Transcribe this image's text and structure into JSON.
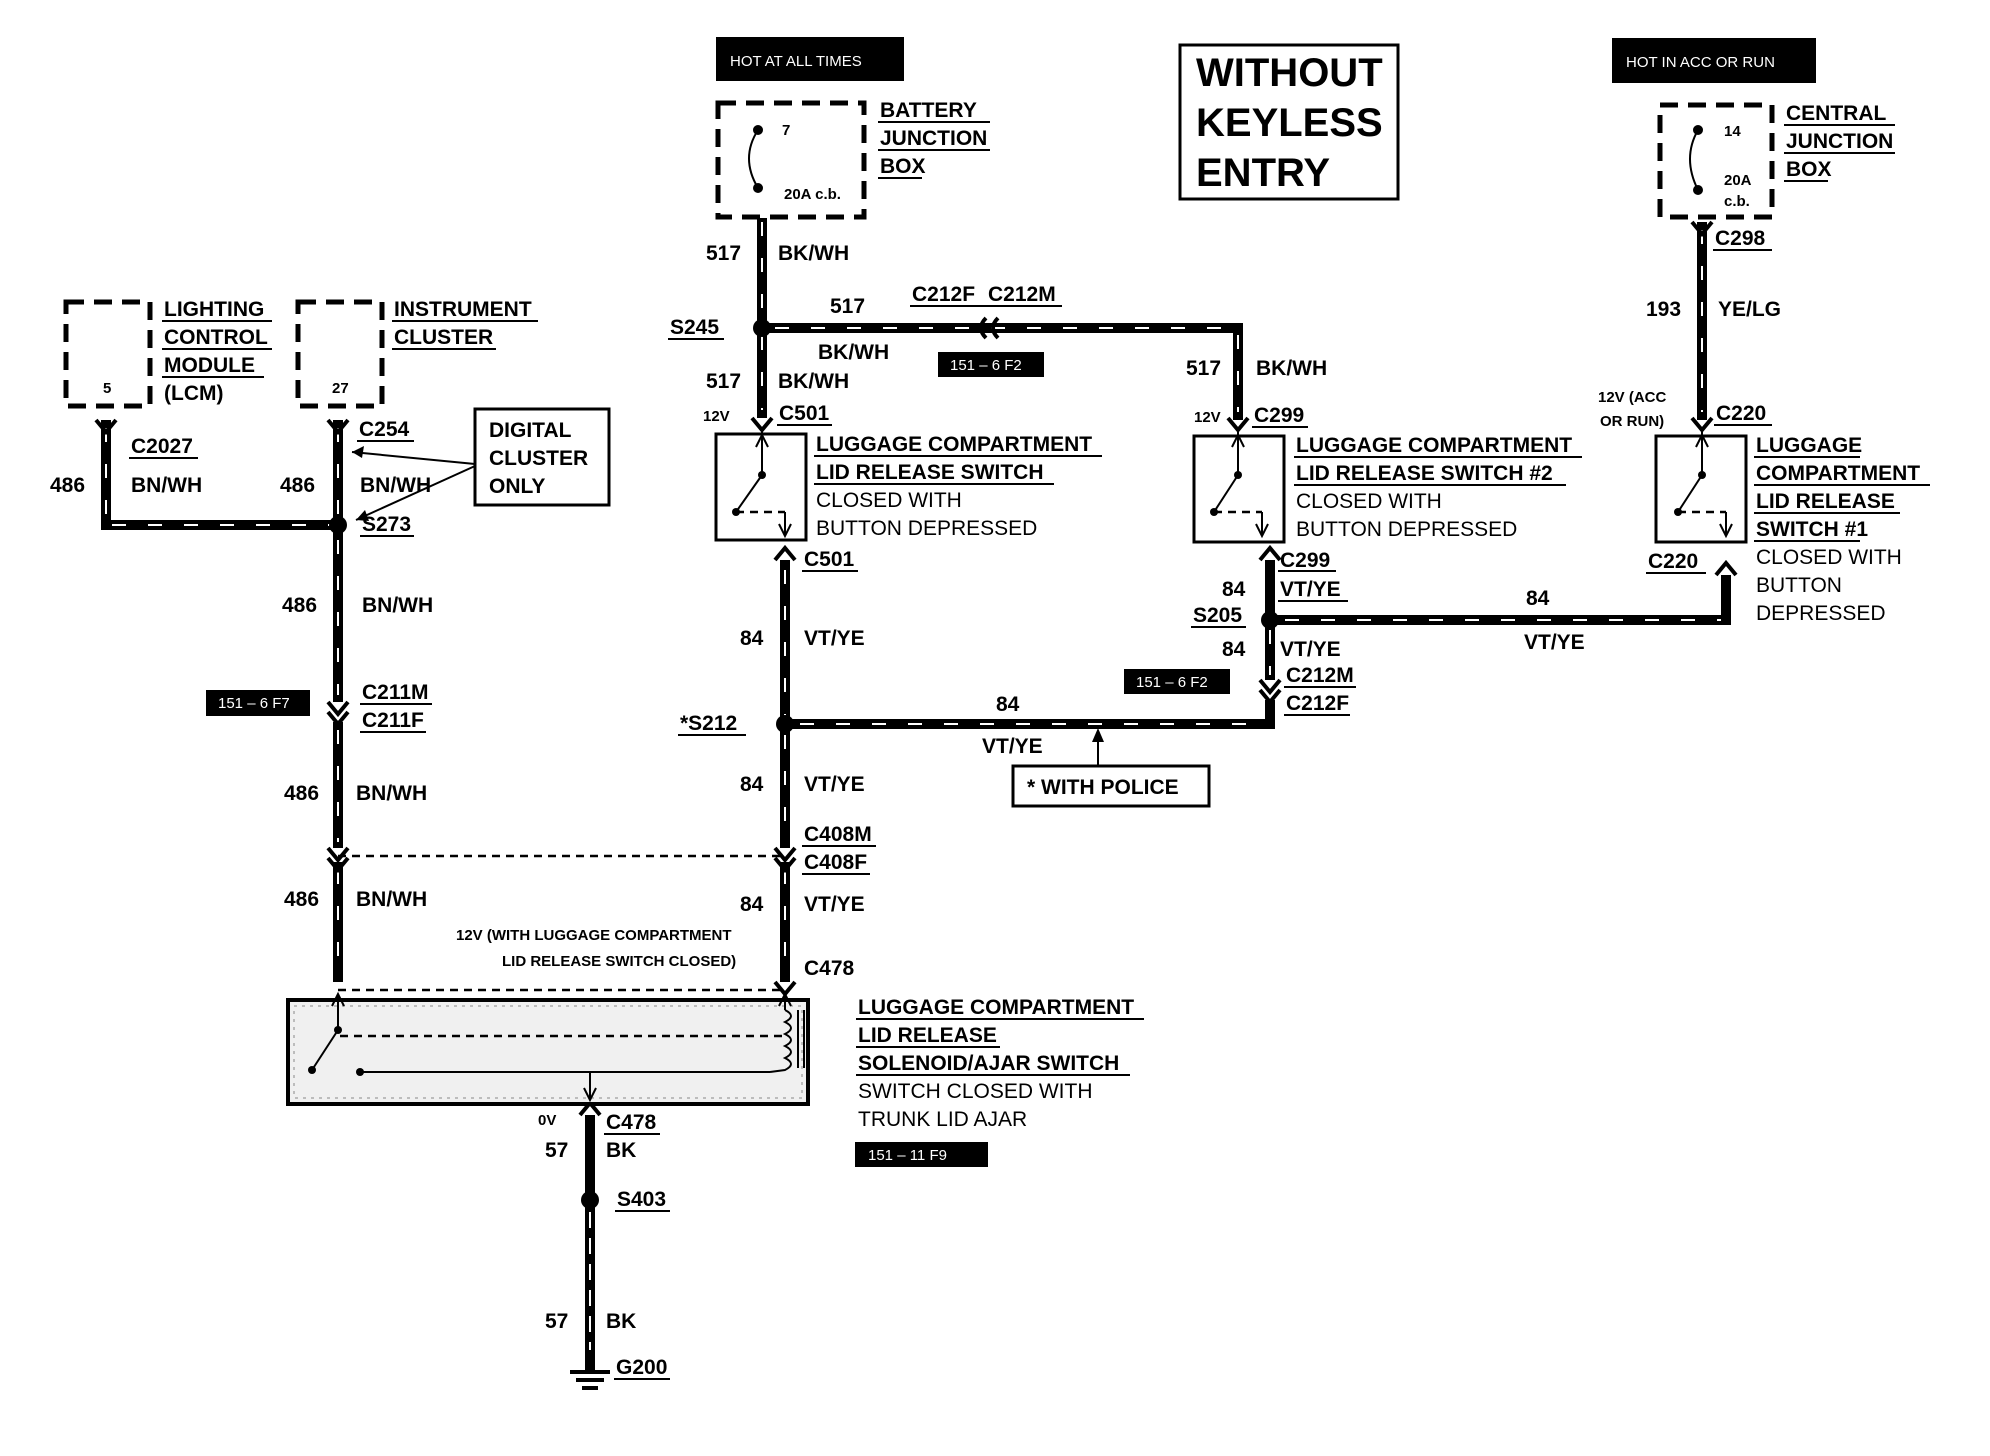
{
  "title_box": {
    "lines": [
      "WITHOUT",
      "KEYLESS",
      "ENTRY"
    ]
  },
  "power_tags": {
    "hot_at_all_times": "HOT AT ALL TIMES",
    "hot_in_acc_or_run": "HOT IN ACC OR RUN"
  },
  "battery_junction_box": {
    "lines": [
      "BATTERY",
      "JUNCTION",
      "BOX"
    ],
    "fuse_number": "7",
    "fuse_rating": "20A c.b."
  },
  "central_junction_box": {
    "lines": [
      "CENTRAL",
      "JUNCTION",
      "BOX"
    ],
    "fuse_number": "14",
    "fuse_rating_1": "20A",
    "fuse_rating_2": "c.b."
  },
  "lighting_control_module": {
    "lines": [
      "LIGHTING",
      "CONTROL",
      "MODULE",
      "(LCM)"
    ],
    "pin": "5"
  },
  "instrument_cluster": {
    "lines": [
      "INSTRUMENT",
      "CLUSTER"
    ],
    "pin": "27"
  },
  "digital_cluster_note": {
    "lines": [
      "DIGITAL",
      "CLUSTER",
      "ONLY"
    ]
  },
  "police_note": "* WITH POLICE",
  "ref_tags": {
    "f2_top": "151 – 6 F2",
    "f2_mid": "151 – 6 F2",
    "f7": "151 – 6 F7",
    "f9": "151 – 11 F9"
  },
  "switches": {
    "lid_release": {
      "name_lines": [
        "LUGGAGE COMPARTMENT",
        "LID RELEASE SWITCH"
      ],
      "state_lines": [
        "CLOSED WITH",
        "BUTTON DEPRESSED"
      ]
    },
    "lid_release_2": {
      "name_lines": [
        "LUGGAGE COMPARTMENT",
        "LID RELEASE SWITCH #2"
      ],
      "state_lines": [
        "CLOSED WITH",
        "BUTTON DEPRESSED"
      ]
    },
    "lid_release_1": {
      "name_lines": [
        "LUGGAGE",
        "COMPARTMENT",
        "LID RELEASE",
        "SWITCH #1"
      ],
      "state_lines": [
        "CLOSED WITH",
        "BUTTON",
        "DEPRESSED"
      ]
    }
  },
  "solenoid": {
    "name_lines": [
      "LUGGAGE COMPARTMENT",
      "LID RELEASE",
      "SOLENOID/AJAR SWITCH"
    ],
    "state_lines": [
      "SWITCH CLOSED WITH",
      "TRUNK LID AJAR"
    ],
    "voltage_note_lines": [
      "12V (WITH LUGGAGE COMPARTMENT",
      "LID RELEASE SWITCH CLOSED)"
    ]
  },
  "voltages": {
    "c501": "12V",
    "c299": "12V",
    "c220_lines": [
      "12V (ACC",
      "OR RUN)"
    ],
    "c478_bottom": "0V"
  },
  "connectors": {
    "c2027": "C2027",
    "c254": "C254",
    "c501_top": "C501",
    "c501_bottom": "C501",
    "c299_top": "C299",
    "c299_bottom": "C299",
    "c298": "C298",
    "c220_top": "C220",
    "c220_bottom": "C220",
    "c212f_top": "C212F",
    "c212m_top": "C212M",
    "c212m_mid": "C212M",
    "c212f_mid": "C212F",
    "c211m": "C211M",
    "c211f": "C211F",
    "c408m": "C408M",
    "c408f": "C408F",
    "c478_top": "C478",
    "c478_bottom": "C478",
    "g200": "G200"
  },
  "splices": {
    "s245": "S245",
    "s273": "S273",
    "s205": "S205",
    "s212": "*S212",
    "s403": "S403"
  },
  "wires": {
    "w517_a": {
      "circuit": "517",
      "color": "BK/WH"
    },
    "w517_b": {
      "circuit": "517",
      "color": "BK/WH"
    },
    "w517_c": {
      "circuit": "517",
      "color": "BK/WH"
    },
    "w517_d": {
      "circuit": "517",
      "color": "BK/WH"
    },
    "w193": {
      "circuit": "193",
      "color": "YE/LG"
    },
    "w486_lcm": {
      "circuit": "486",
      "color": "BN/WH"
    },
    "w486_ic": {
      "circuit": "486",
      "color": "BN/WH"
    },
    "w486_a": {
      "circuit": "486",
      "color": "BN/WH"
    },
    "w486_b": {
      "circuit": "486",
      "color": "BN/WH"
    },
    "w486_c": {
      "circuit": "486",
      "color": "BN/WH"
    },
    "w84_a": {
      "circuit": "84",
      "color": "VT/YE"
    },
    "w84_b": {
      "circuit": "84",
      "color": "VT/YE"
    },
    "w84_c": {
      "circuit": "84",
      "color": "VT/YE"
    },
    "w84_d": {
      "circuit": "84",
      "color": "VT/YE"
    },
    "w84_e": {
      "circuit": "84",
      "color": "VT/YE"
    },
    "w84_f": {
      "circuit": "84",
      "color": "VT/YE"
    },
    "w84_g": {
      "circuit": "84",
      "color": "VT/YE"
    },
    "w57_a": {
      "circuit": "57",
      "color": "BK"
    },
    "w57_b": {
      "circuit": "57",
      "color": "BK"
    }
  }
}
